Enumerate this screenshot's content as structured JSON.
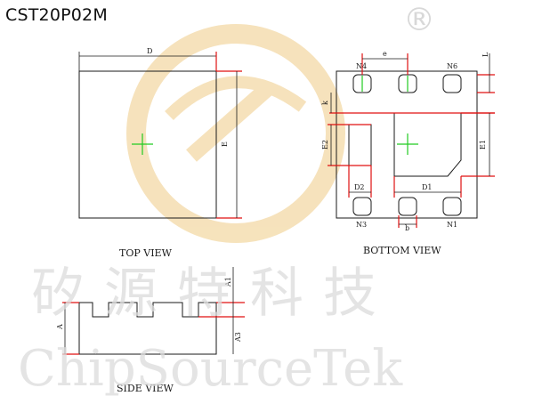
{
  "part_number": "CST20P02M",
  "registered_mark": "®",
  "watermark": {
    "cn": "矽源特科技",
    "en": "ChipSourceTek"
  },
  "views": {
    "top": "TOP VIEW",
    "bottom": "BOTTOM VIEW",
    "side": "SIDE VIEW"
  },
  "dimensions": {
    "D": "D",
    "E": "E",
    "e": "e",
    "L": "L",
    "k": "k",
    "b": "b",
    "E1": "E1",
    "E2": "E2",
    "D1": "D1",
    "D2": "D2",
    "A": "A",
    "A1": "A1",
    "A3": "A3"
  },
  "pins": {
    "N1": "N1",
    "N3": "N3",
    "N4": "N4",
    "N6": "N6"
  },
  "colors": {
    "outline": "#1a1a1a",
    "dimension": "#e01010",
    "center_mark": "#22cc22",
    "logo": "#f3d9a6",
    "watermark": "#dcdcdc"
  }
}
